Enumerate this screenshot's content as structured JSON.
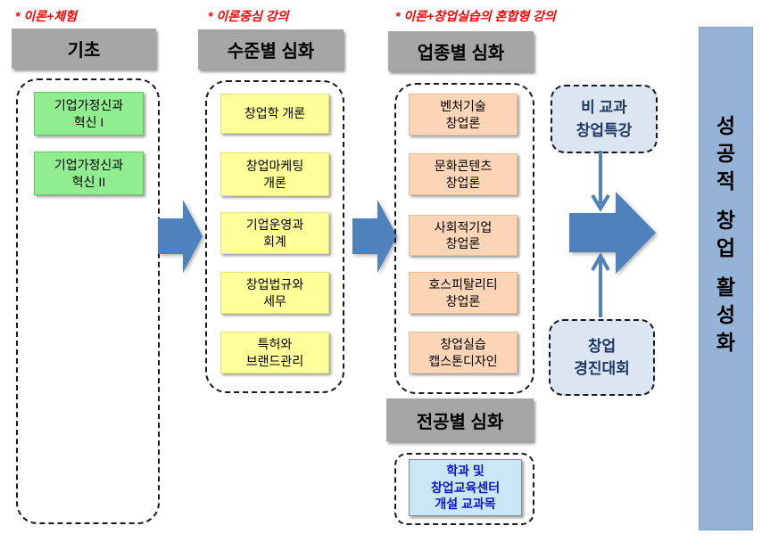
{
  "notes": {
    "basic": "* 이론+체험",
    "level": "* 이론중심 강의",
    "industry": "* 이론+창업실습의 혼합형 강의"
  },
  "tracks": {
    "basic": {
      "header": "기초",
      "courses": [
        "기업가정신과\n혁신 I",
        "기업가정신과\n혁신 II"
      ]
    },
    "level": {
      "header": "수준별 심화",
      "courses": [
        "창업학 개론",
        "창업마케팅\n개론",
        "기업운영과\n회계",
        "창업법규와\n세무",
        "특허와\n브랜드관리"
      ]
    },
    "industry": {
      "header": "업종별 심화",
      "courses": [
        "벤처기술\n창업론",
        "문화콘텐츠\n창업론",
        "사회적기업\n창업론",
        "호스피탈리티\n창업론",
        "창업실습\n캡스톤디자인"
      ]
    },
    "major": {
      "header": "전공별 심화",
      "course": "학과 및\n창업교육센터\n개설 교과목"
    }
  },
  "extracurricular": {
    "special_lecture": "비 교과\n창업특강",
    "competition": "창업\n경진대회"
  },
  "goal": {
    "text": "성공적 창업 활성화"
  },
  "colors": {
    "header_gray": "#A6A6A6",
    "basic_green": "#90EE90",
    "level_yellow": "#FFFF99",
    "industry_orange": "#FBD5B5",
    "extracurricular_blue": "#DCE6F2",
    "major_blue": "#C9E7F5",
    "major_text_blue": "#1414CC",
    "extracurricular_text_navy": "#1F3864",
    "goal_bar_blue": "#95B3D7",
    "arrow_blue": "#4F81BD",
    "note_red": "#FF0000"
  }
}
